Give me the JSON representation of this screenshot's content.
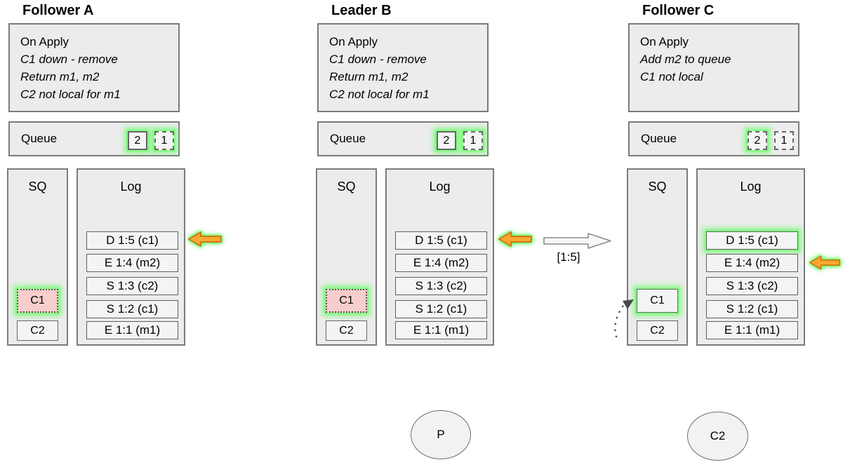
{
  "colors": {
    "glow_green": "#57ff57",
    "removed_pink": "#f8cecc",
    "arrow_orange_fill": "#ffa733",
    "arrow_orange_stroke": "#c87d0e",
    "box_fill_gray": "#ececec",
    "item_fill_gray": "#f4f4f4",
    "border_gray": "#7b7b7b"
  },
  "nodes": [
    {
      "title": "Follower A",
      "on_apply": {
        "header": "On Apply",
        "lines": [
          "C1 down - remove",
          "Return m1, m2",
          "C2 not local for m1"
        ]
      },
      "queue": {
        "label": "Queue",
        "items": [
          "2",
          "1"
        ]
      },
      "sq": {
        "label": "SQ",
        "items": [
          "C1",
          "C2"
        ]
      },
      "log": {
        "label": "Log",
        "entries": [
          "D 1:5 (c1)",
          "E 1:4 (m2)",
          "S 1:3 (c2)",
          "S 1:2 (c1)",
          "E 1:1 (m1)"
        ]
      }
    },
    {
      "title": "Leader B",
      "on_apply": {
        "header": "On Apply",
        "lines": [
          "C1 down - remove",
          "Return m1, m2",
          "C2 not local for m1"
        ]
      },
      "queue": {
        "label": "Queue",
        "items": [
          "2",
          "1"
        ]
      },
      "sq": {
        "label": "SQ",
        "items": [
          "C1",
          "C2"
        ]
      },
      "log": {
        "label": "Log",
        "entries": [
          "D 1:5 (c1)",
          "E 1:4 (m2)",
          "S 1:3 (c2)",
          "S 1:2 (c1)",
          "E 1:1 (m1)"
        ]
      }
    },
    {
      "title": "Follower C",
      "on_apply": {
        "header": "On Apply",
        "lines": [
          "Add m2 to queue",
          "C1 not local"
        ]
      },
      "queue": {
        "label": "Queue",
        "items": [
          "2",
          "1"
        ]
      },
      "sq": {
        "label": "SQ",
        "items": [
          "C1",
          "C2"
        ]
      },
      "log": {
        "label": "Log",
        "entries": [
          "D 1:5 (c1)",
          "E 1:4 (m2)",
          "S 1:3 (c2)",
          "S 1:2 (c1)",
          "E 1:1 (m1)"
        ]
      }
    }
  ],
  "transfer_arrow": {
    "label": "[1:5]"
  },
  "actors": [
    {
      "label": "P"
    },
    {
      "label": "C2"
    }
  ]
}
